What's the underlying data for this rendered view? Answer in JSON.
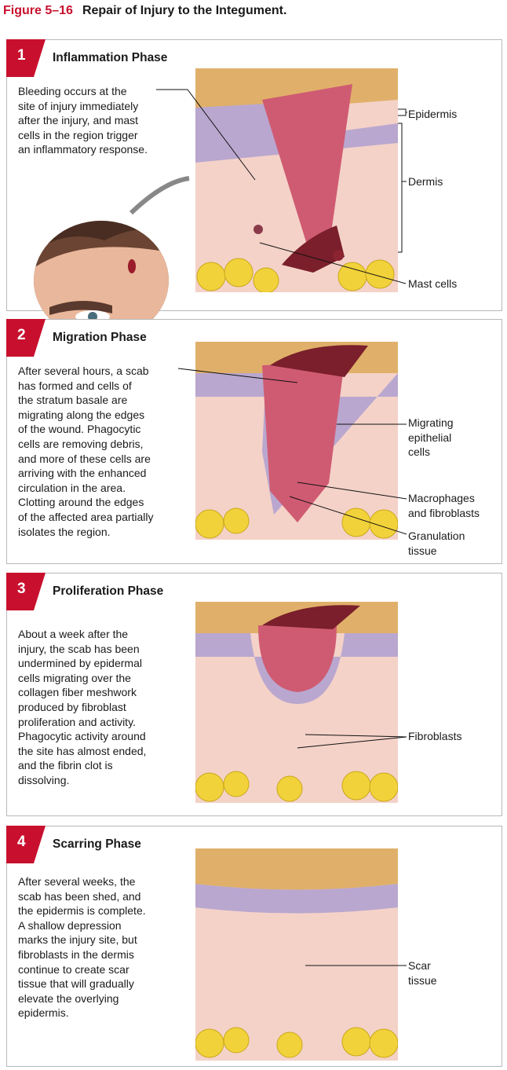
{
  "figure": {
    "number": "Figure 5–16",
    "title": "Repair of Injury to the Integument."
  },
  "phases": [
    {
      "number": "1",
      "title": "Inflammation Phase",
      "text": "Bleeding occurs at the\nsite of injury immediately\nafter the injury, and mast\ncells in the region trigger\nan inflammatory response.",
      "labels": {
        "epidermis": "Epidermis",
        "dermis": "Dermis",
        "mast_cells": "Mast cells"
      }
    },
    {
      "number": "2",
      "title": "Migration Phase",
      "text": "After several hours, a scab\nhas formed and cells of\nthe stratum basale are\nmigrating along the edges\nof the wound. Phagocytic\ncells are removing debris,\nand more of these cells are\narriving with the enhanced\ncirculation in the area.\nClotting around the edges\nof the affected area partially\nisolates the region.",
      "labels": {
        "migrating": "Migrating\nepithelial\ncells",
        "macrophages": "Macrophages\nand fibroblasts",
        "granulation": "Granulation\ntissue"
      }
    },
    {
      "number": "3",
      "title": "Proliferation Phase",
      "text": "About a week after the\ninjury, the scab has been\nundermined by epidermal\ncells migrating over the\ncollagen fiber meshwork\nproduced by fibroblast\nproliferation and activity.\nPhagocytic activity around\nthe site has almost ended,\nand the fibrin clot is\ndissolving.",
      "labels": {
        "fibroblasts": "Fibroblasts"
      }
    },
    {
      "number": "4",
      "title": "Scarring Phase",
      "text": "After several weeks, the\nscab has been shed, and\nthe epidermis is complete.\nA shallow depression\nmarks the injury site, but\nfibroblasts in the dermis\ncontinue to create scar\ntissue that will gradually\nelevate the overlying\nepidermis.",
      "labels": {
        "scar": "Scar\ntissue"
      }
    }
  ],
  "colors": {
    "accent": "#c8102e",
    "dermis": "#f4d2c8",
    "epidermis": "#b9a7cf",
    "stratum_corneum": "#e0b06a",
    "fat": "#f2d23a",
    "scab": "#7a1f2b",
    "wound": "#cf5b72"
  }
}
